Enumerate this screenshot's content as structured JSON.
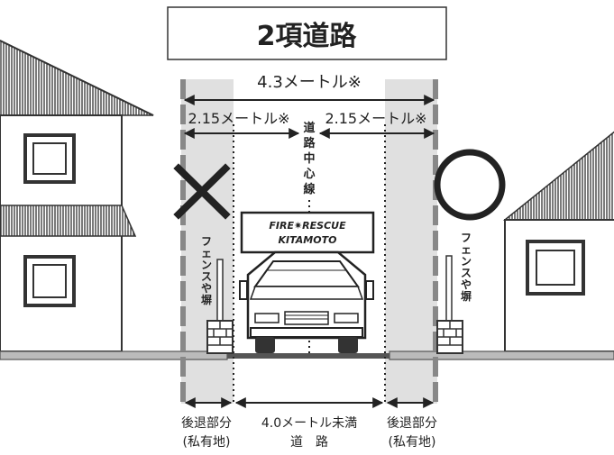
{
  "title": "2項道路",
  "dimensions": {
    "total_width": "4.3メートル※",
    "left_half": "2.15メートル※",
    "right_half": "2.15メートル※"
  },
  "center_line_label": [
    "道",
    "路",
    "中",
    "心",
    "線"
  ],
  "fence_label": [
    "フ",
    "ェ",
    "ン",
    "ス",
    "や",
    "塀"
  ],
  "truck": {
    "line1": "FIRE✷RESCUE",
    "line2": "KITAMOTO"
  },
  "bottom_labels": {
    "left_setback": [
      "後退部分",
      "(私有地)"
    ],
    "road": [
      "4.0メートル未満",
      "道　路"
    ],
    "right_setback": [
      "後退部分",
      "(私有地)"
    ]
  },
  "colors": {
    "setback_band": "#e0e0e0",
    "road_surface": "#555555",
    "ground_line": "#777777"
  },
  "symbols": {
    "left": "cross-mark",
    "right": "circle-mark"
  }
}
